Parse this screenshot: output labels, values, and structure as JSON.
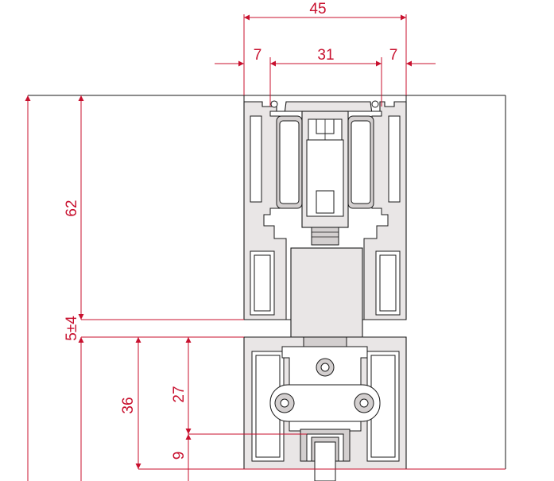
{
  "dimensions": {
    "overall_width": "45",
    "left_offset": "7",
    "inner_width": "31",
    "right_offset": "7",
    "track_height": "62",
    "gap": "5±4",
    "bottom_height": "36",
    "guide_height": "27",
    "guide_bottom": "9"
  },
  "colors": {
    "dimension": "#c8102e",
    "outline": "#1a1a1a",
    "profile_fill": "#e9e6e6"
  }
}
